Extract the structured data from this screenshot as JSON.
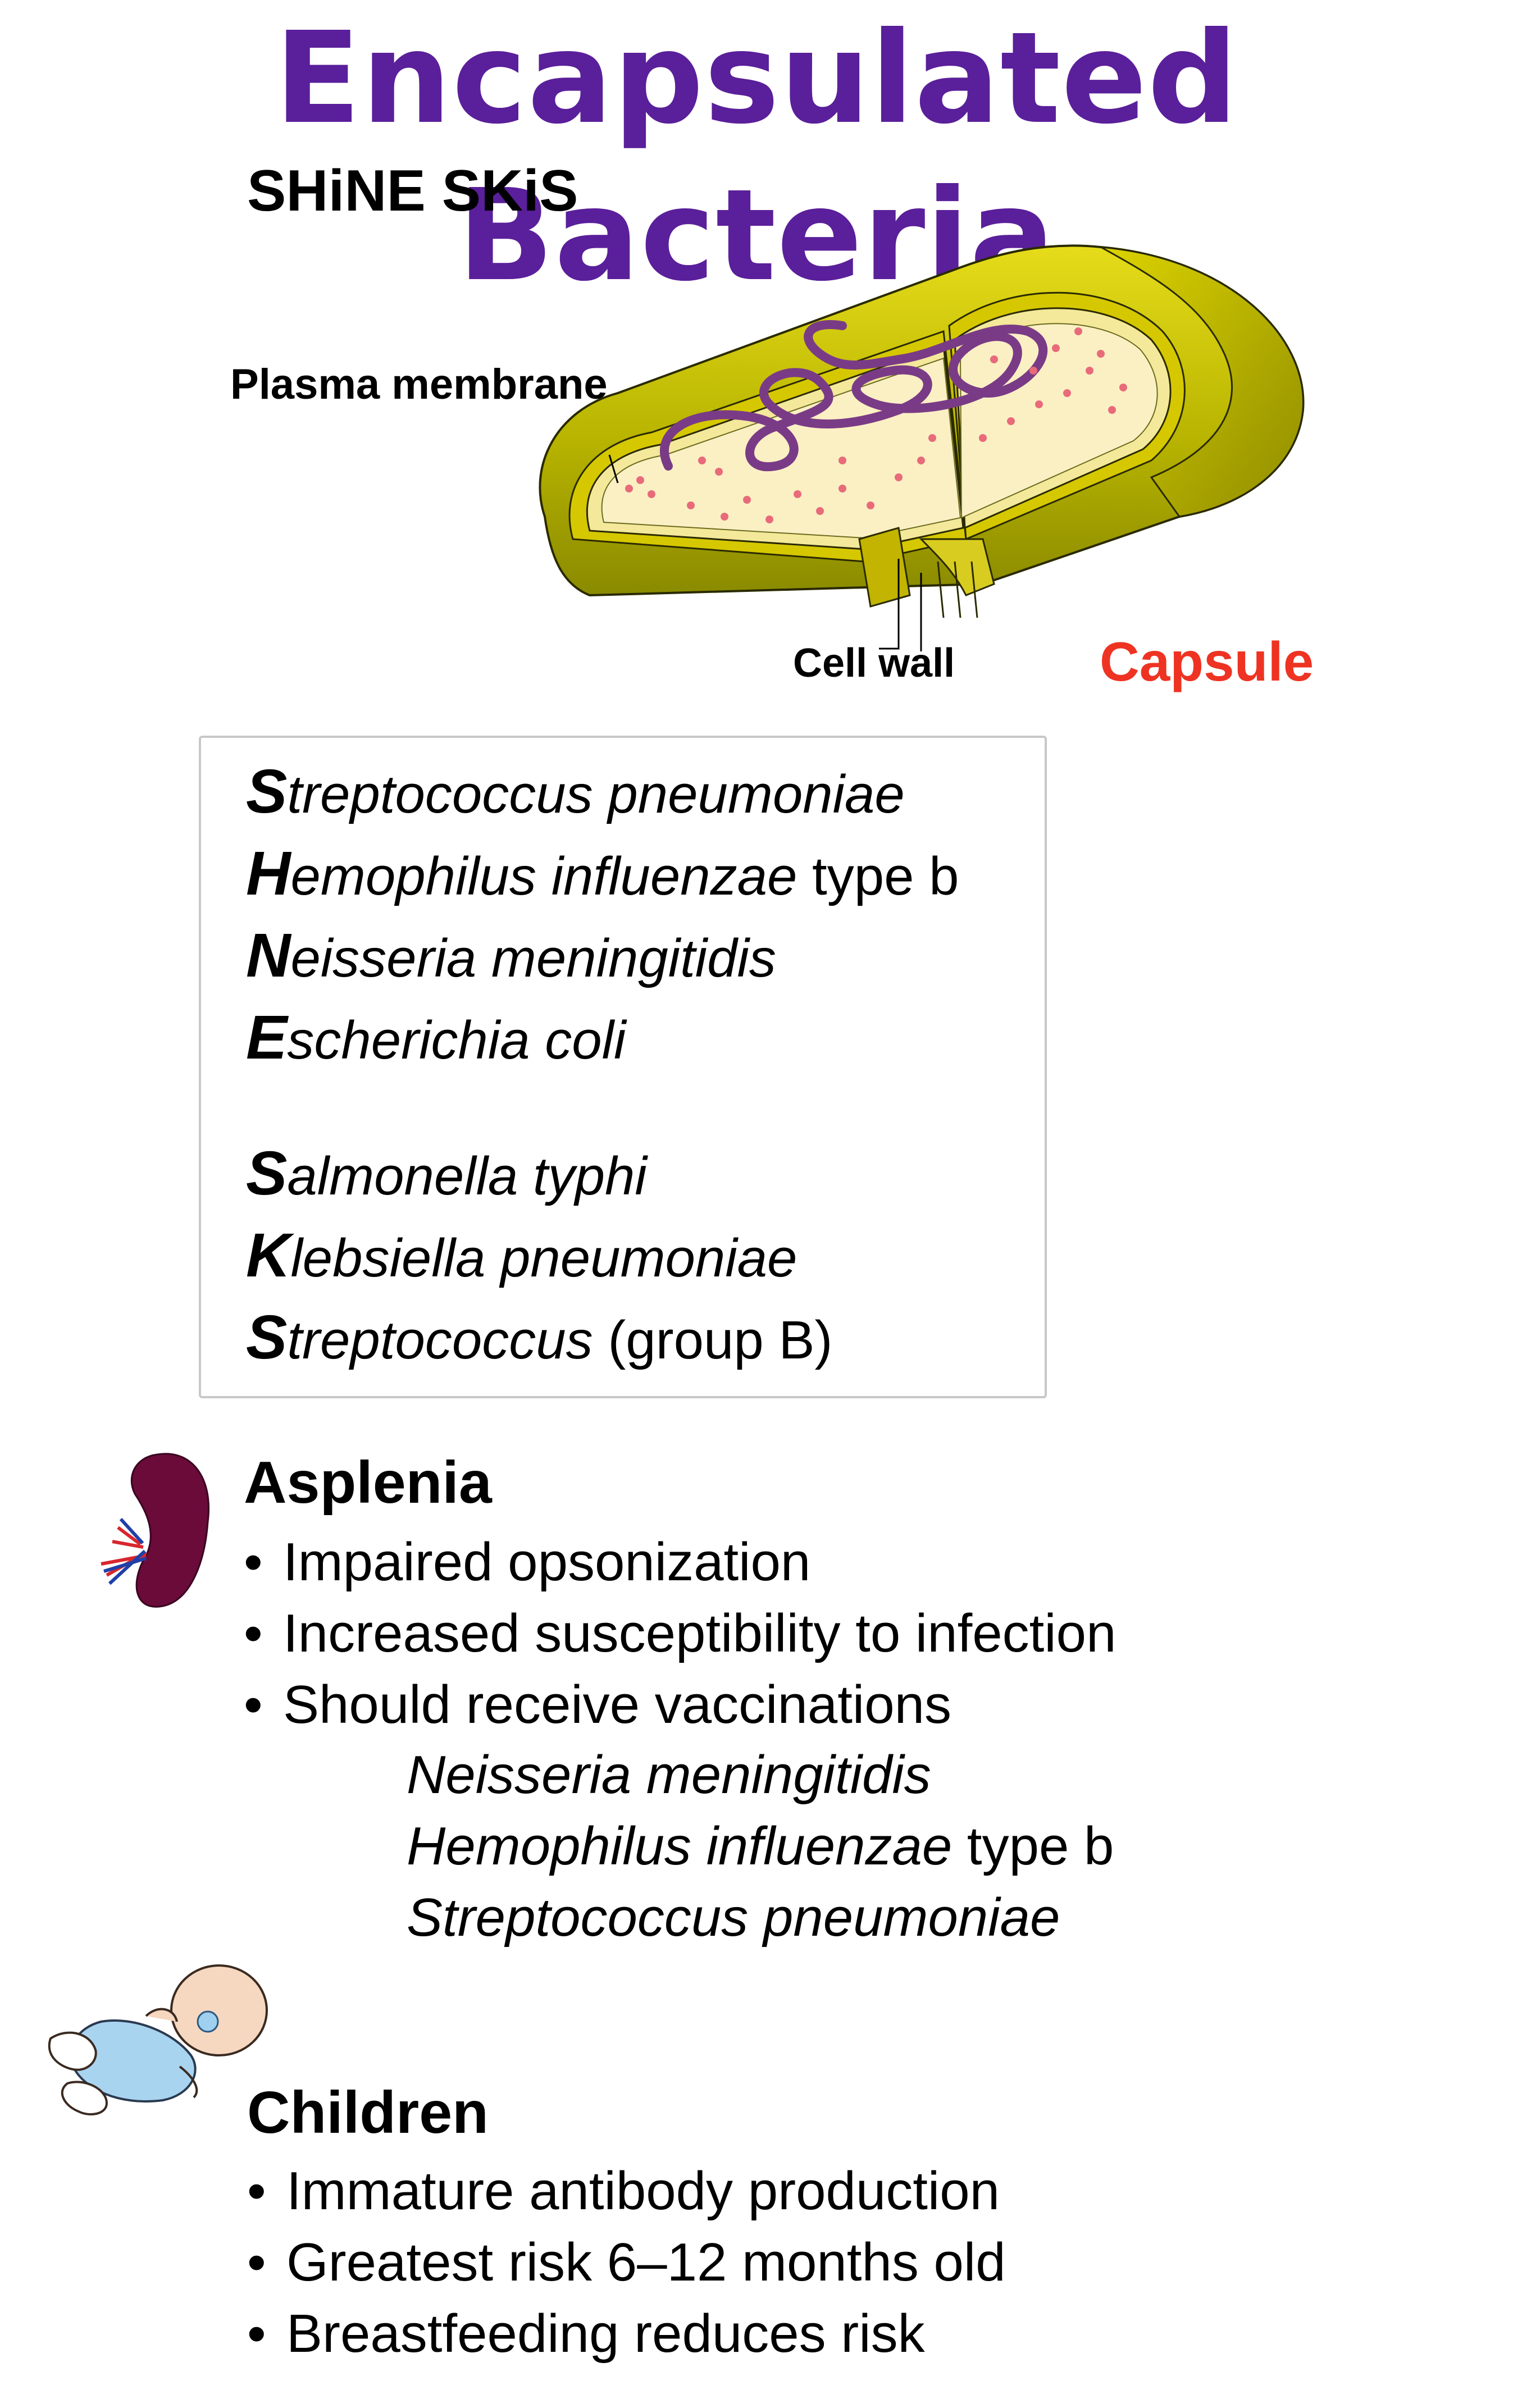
{
  "colors": {
    "title": "#5a1f9a",
    "capsule_label": "#ee3322",
    "capsule_fill": "#b8b400",
    "cytoplasm_fill": "#f7e7a9",
    "dna": "#7a3b86",
    "ribosome": "#e86b7a",
    "spleen": "#6a0b3a"
  },
  "title": "Encapsulated Bacteria",
  "subtitle": "SHiNE SKiS",
  "diagram": {
    "plasma_membrane_label": "Plasma membrane",
    "cell_wall_label": "Cell wall",
    "capsule_label": "Capsule"
  },
  "mnemonic": {
    "group1": [
      {
        "initial": "S",
        "rest": "treptococcus pneumoniae",
        "tail": ""
      },
      {
        "initial": "H",
        "rest": "emophilus influenzae",
        "tail": " type b"
      },
      {
        "initial": "N",
        "rest": "eisseria meningitidis",
        "tail": ""
      },
      {
        "initial": "E",
        "rest": "scherichia coli",
        "tail": ""
      }
    ],
    "group2": [
      {
        "initial": "S",
        "rest": "almonella typhi",
        "tail": ""
      },
      {
        "initial": "K",
        "rest": "lebsiella pneumoniae",
        "tail": ""
      },
      {
        "initial": "S",
        "rest": "treptococcus",
        "tail": " (group B)"
      }
    ]
  },
  "asplenia": {
    "icon": "spleen-icon",
    "heading": "Asplenia",
    "bullets": [
      "Impaired opsonization",
      "Increased susceptibility to infection",
      "Should receive vaccinations"
    ],
    "vaccinations": [
      {
        "name": "Neisseria meningitidis",
        "tail": ""
      },
      {
        "name": "Hemophilus influenzae",
        "tail": " type b"
      },
      {
        "name": "Streptococcus pneumoniae",
        "tail": ""
      }
    ]
  },
  "children": {
    "icon": "baby-icon",
    "heading": "Children",
    "bullets": [
      "Immature antibody production",
      "Greatest risk 6–12 months old",
      "Breastfeeding reduces risk"
    ]
  }
}
